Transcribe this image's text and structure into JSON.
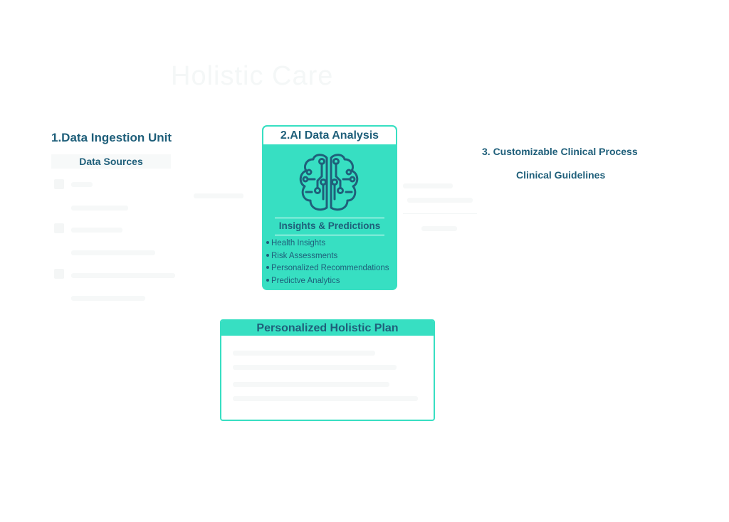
{
  "title": "Holistic Care",
  "section1": {
    "title": "1.Data Ingestion Unit",
    "subtitle": "Data Sources"
  },
  "section2": {
    "title": "2.AI Data Analysis",
    "icon": "brain-circuit-icon",
    "insights_title": "Insights & Predictions",
    "insights": [
      "Health Insights",
      "Risk Assessments",
      "Personalized Recommendations",
      "Predictve Analytics"
    ]
  },
  "section3": {
    "title": "3. Customizable Clinical Process",
    "subtitle": "Clinical Guidelines"
  },
  "plan": {
    "title": "Personalized Holistic Plan"
  },
  "colors": {
    "accent": "#37dfc2",
    "text": "#1f5f7a"
  }
}
